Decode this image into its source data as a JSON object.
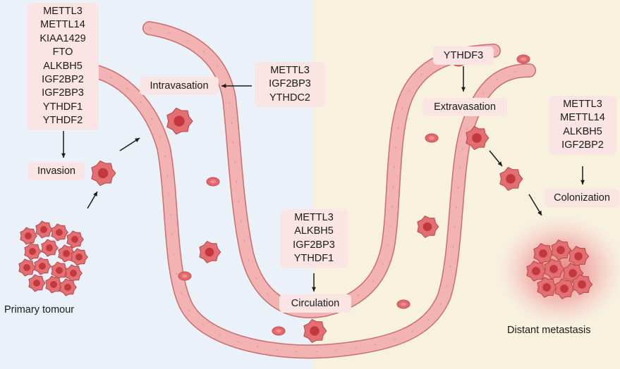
{
  "colors": {
    "left_background": "#eaf1f8",
    "right_background": "#f8f1de",
    "vessel_fill": "#f4b3b3",
    "vessel_stroke": "#c86e6e",
    "cell": "#d9555b",
    "label_box": "#fbe4e4"
  },
  "labels": {
    "invasion": "Invasion",
    "intravasation": "Intravasation",
    "circulation": "Circulation",
    "extravasation": "Extravasation",
    "colonization": "Colonization",
    "primary_tumour": "Primary tomour",
    "distant_metastasis": "Distant metastasis"
  },
  "gene_groups": {
    "invasion": [
      "METTL3",
      "METTL14",
      "KIAA1429",
      "FTO",
      "ALKBH5",
      "IGF2BP2",
      "IGF2BP3",
      "YTHDF1",
      "YTHDF2"
    ],
    "intravasation": [
      "METTL3",
      "IGF2BP3",
      "YTHDC2"
    ],
    "circulation": [
      "METTL3",
      "ALKBH5",
      "IGF2BP3",
      "YTHDF1"
    ],
    "extravasation": [
      "YTHDF3"
    ],
    "colonization": [
      "METTL3",
      "METTL14",
      "ALKBH5",
      "IGF2BP2"
    ]
  }
}
